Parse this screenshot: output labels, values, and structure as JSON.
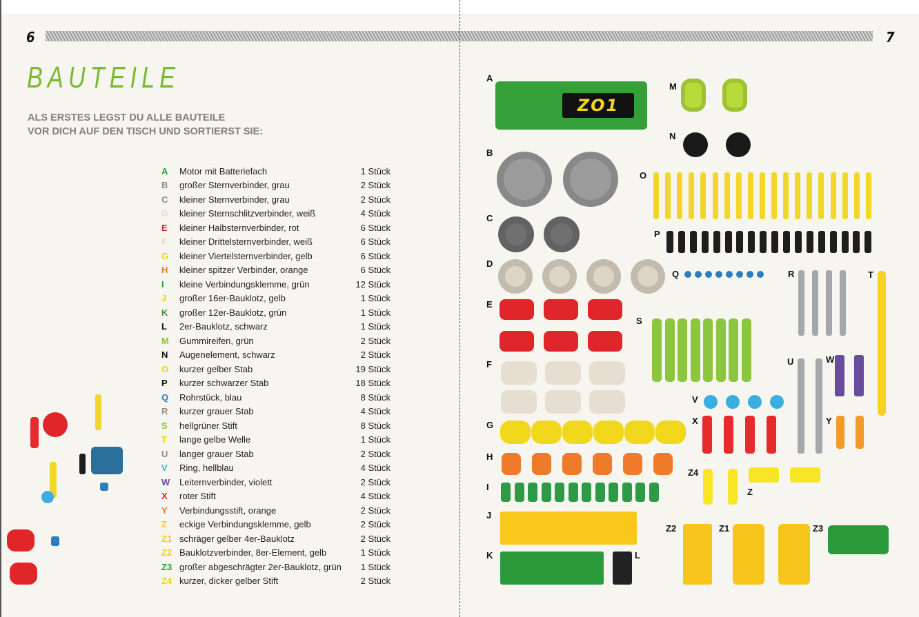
{
  "left_page": {
    "page_number": "6",
    "title": "BAUTEILE",
    "intro_line1": "ALS ERSTES LEGST DU ALLE BAUTEILE",
    "intro_line2": "VOR DICH AUF DEN TISCH UND SORTIERST SIE:",
    "parts": [
      {
        "letter": "A",
        "name": "Motor mit Batteriefach",
        "qty": "1 Stück",
        "color": "#2f9a3a"
      },
      {
        "letter": "B",
        "name": "großer Sternverbinder, grau",
        "qty": "2 Stück",
        "color": "#8c8c8c"
      },
      {
        "letter": "C",
        "name": "kleiner Sternverbinder, grau",
        "qty": "2 Stück",
        "color": "#8c8c8c"
      },
      {
        "letter": "D",
        "name": "kleiner Sternschlitzverbinder, weiß",
        "qty": "4 Stück",
        "color": "#e2dccf"
      },
      {
        "letter": "E",
        "name": "kleiner Halbsternverbinder, rot",
        "qty": "6 Stück",
        "color": "#d8232a"
      },
      {
        "letter": "F",
        "name": "kleiner Drittelsternverbinder, weiß",
        "qty": "6 Stück",
        "color": "#e2dccf"
      },
      {
        "letter": "G",
        "name": "kleiner Viertelsternverbinder, gelb",
        "qty": "6 Stück",
        "color": "#f2cf1e"
      },
      {
        "letter": "H",
        "name": "kleiner spitzer Verbinder, orange",
        "qty": "6 Stück",
        "color": "#e8762a"
      },
      {
        "letter": "I",
        "name": "kleine Verbindungsklemme, grün",
        "qty": "12 Stück",
        "color": "#2f9a3a"
      },
      {
        "letter": "J",
        "name": "großer 16er-Bauklotz, gelb",
        "qty": "1 Stück",
        "color": "#f2cf1e"
      },
      {
        "letter": "K",
        "name": "großer 12er-Bauklotz, grün",
        "qty": "1 Stück",
        "color": "#2f9a3a"
      },
      {
        "letter": "L",
        "name": "2er-Bauklotz, schwarz",
        "qty": "1 Stück",
        "color": "#111111"
      },
      {
        "letter": "M",
        "name": "Gummireifen, grün",
        "qty": "2 Stück",
        "color": "#8cc63f"
      },
      {
        "letter": "N",
        "name": "Augenelement, schwarz",
        "qty": "2 Stück",
        "color": "#111111"
      },
      {
        "letter": "O",
        "name": "kurzer gelber Stab",
        "qty": "19 Stück",
        "color": "#f2cf1e"
      },
      {
        "letter": "P",
        "name": "kurzer schwarzer Stab",
        "qty": "18 Stück",
        "color": "#111111"
      },
      {
        "letter": "Q",
        "name": "Rohrstück, blau",
        "qty": "8 Stück",
        "color": "#2a7fc0"
      },
      {
        "letter": "R",
        "name": "kurzer grauer Stab",
        "qty": "4 Stück",
        "color": "#8c8c8c"
      },
      {
        "letter": "S",
        "name": "hellgrüner Stift",
        "qty": "8 Stück",
        "color": "#8cc63f"
      },
      {
        "letter": "T",
        "name": "lange gelbe Welle",
        "qty": "1 Stück",
        "color": "#f2cf1e"
      },
      {
        "letter": "U",
        "name": "langer grauer Stab",
        "qty": "2 Stück",
        "color": "#8c8c8c"
      },
      {
        "letter": "V",
        "name": "Ring, hellblau",
        "qty": "4 Stück",
        "color": "#3aaee0"
      },
      {
        "letter": "W",
        "name": "Leiternverbinder, violett",
        "qty": "2 Stück",
        "color": "#6a4c9c"
      },
      {
        "letter": "X",
        "name": "roter Stift",
        "qty": "4 Stück",
        "color": "#d8232a"
      },
      {
        "letter": "Y",
        "name": "Verbindungsstift, orange",
        "qty": "2 Stück",
        "color": "#e8762a"
      },
      {
        "letter": "Z",
        "name": "eckige Verbindungsklemme, gelb",
        "qty": "2 Stück",
        "color": "#f2cf1e"
      },
      {
        "letter": "Z1",
        "name": "schräger gelber 4er-Bauklotz",
        "qty": "2 Stück",
        "color": "#f2cf1e"
      },
      {
        "letter": "Z2",
        "name": "Bauklotzverbinder, 8er-Element, gelb",
        "qty": "1 Stück",
        "color": "#f2cf1e"
      },
      {
        "letter": "Z3",
        "name": "großer abgeschrägter 2er-Bauklotz, grün",
        "qty": "1 Stück",
        "color": "#2f9a3a"
      },
      {
        "letter": "Z4",
        "name": "kurzer, dicker gelber Stift",
        "qty": "2 Stück",
        "color": "#f2cf1e"
      }
    ]
  },
  "right_page": {
    "page_number": "7",
    "motor_logo": "ZO1",
    "labels": [
      "A",
      "M",
      "N",
      "B",
      "O",
      "C",
      "P",
      "D",
      "Q",
      "R",
      "T",
      "E",
      "S",
      "F",
      "U",
      "W",
      "V",
      "G",
      "X",
      "Y",
      "H",
      "Z4",
      "Z",
      "I",
      "J",
      "Z2",
      "Z1",
      "Z3",
      "K",
      "L"
    ]
  }
}
